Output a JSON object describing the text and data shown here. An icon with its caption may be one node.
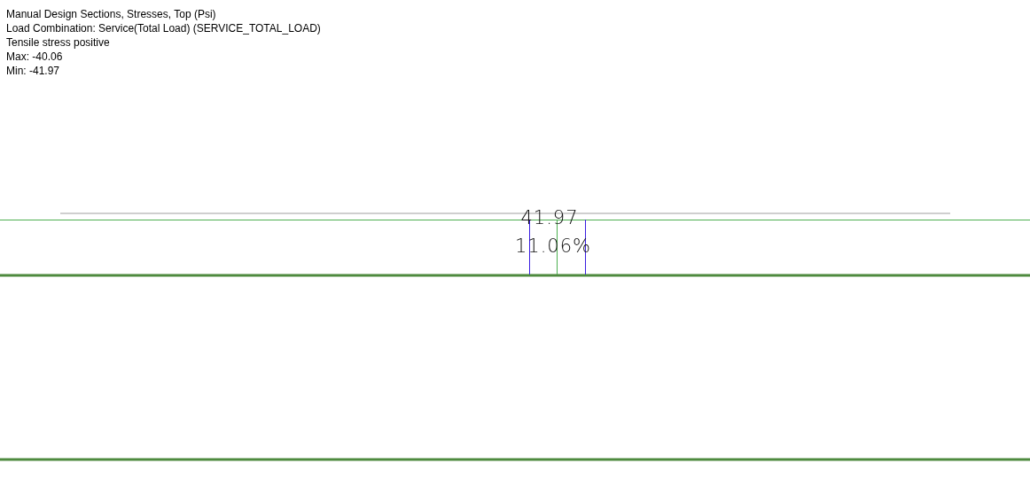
{
  "diagram": {
    "title": "Manual Design Sections, Stresses, Top (Psi)",
    "labels": [
      "Load Combination: Service(Total Load) (SERVICE_TOTAL_LOAD)",
      "Tensile stress positive",
      "Max: -40.06",
      "Min: -41.97",
      "41.97",
      "11.06%"
    ]
  }
}
